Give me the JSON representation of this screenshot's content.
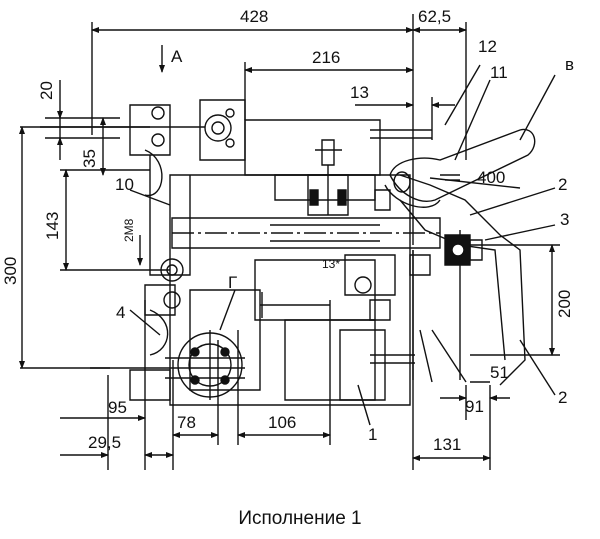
{
  "drawing": {
    "view_label": "А",
    "dimensions": {
      "d428": "428",
      "d62_5": "62,5",
      "d216": "216",
      "d13": "13",
      "d20": "20",
      "d35": "35",
      "d143": "143",
      "d300": "300",
      "d2m8": "2М8",
      "d400": "400",
      "d200": "200",
      "d51": "51",
      "d95": "95",
      "d78": "78",
      "d106": "106",
      "d29_5": "29,5",
      "d91": "91",
      "d131": "131",
      "d13star": "13*"
    },
    "callouts": {
      "c1": "1",
      "c2a": "2",
      "c2b": "2",
      "c3": "3",
      "c4": "4",
      "c10": "10",
      "c11": "11",
      "c12": "12",
      "cB": "в",
      "cG": "Г"
    }
  },
  "caption": "Исполнение 1"
}
